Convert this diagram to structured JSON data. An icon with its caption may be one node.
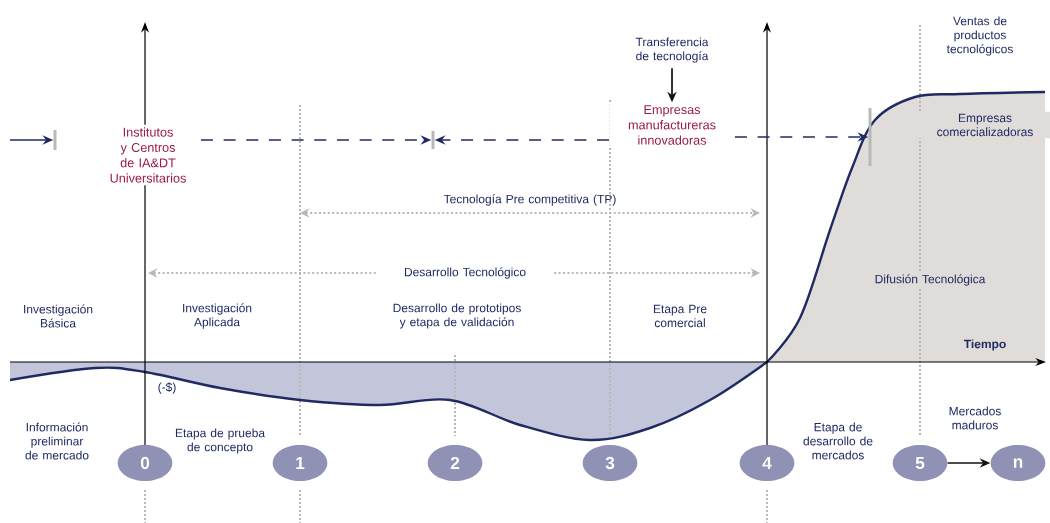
{
  "diagram": {
    "nodes": [
      {
        "text": [],
        "shape": "bar"
      },
      {
        "text": [
          "Institutos y Centros de IA&DT Universitarios"
        ]
      },
      {
        "text": [],
        "shape": "bar"
      },
      {
        "text": [
          "Transferencia de tecnología"
        ]
      },
      {
        "text": [
          "Empresas manufactureras innovadoras"
        ]
      },
      {
        "text": [],
        "shape": "bar"
      },
      {
        "text": [
          "0"
        ]
      },
      {
        "text": [
          "1"
        ]
      },
      {
        "text": [
          "2"
        ]
      },
      {
        "text": [
          "3"
        ]
      },
      {
        "text": [
          "4"
        ]
      },
      {
        "text": [
          "5"
        ]
      },
      {
        "text": [
          "n"
        ]
      }
    ],
    "edges": [
      {
        "from": null,
        "to": 0,
        "arrow": "to"
      },
      {
        "from": 1,
        "to": 2,
        "arrow": "to",
        "style": "dashed"
      },
      {
        "from": 4,
        "to": 2,
        "arrow": "to",
        "style": "dashed"
      },
      {
        "from": 3,
        "to": 4,
        "arrow": "to",
        "color": "#111111"
      },
      {
        "from": 4,
        "to": 5,
        "arrow": "to",
        "style": "dashed"
      },
      {
        "from": 11,
        "to": 12,
        "arrow": "to",
        "color": "#111111"
      }
    ],
    "labels": [
      "Ventas de productos tecnológicos",
      "Empresas comercializadoras",
      "Tecnología Pre competitiva (TP)",
      "Desarrollo Tecnológico",
      "Investigación Básica",
      "Investigación Aplicada",
      "Desarrollo de prototipos y etapa de validación",
      "Etapa Pre comercial",
      "Difusión Tecnológica",
      "Tiempo",
      "(-$)",
      "Información preliminar de mercado",
      "Etapa de prueba de concepto",
      "Etapa de desarrollo de mercados",
      "Mercados maduros"
    ]
  }
}
